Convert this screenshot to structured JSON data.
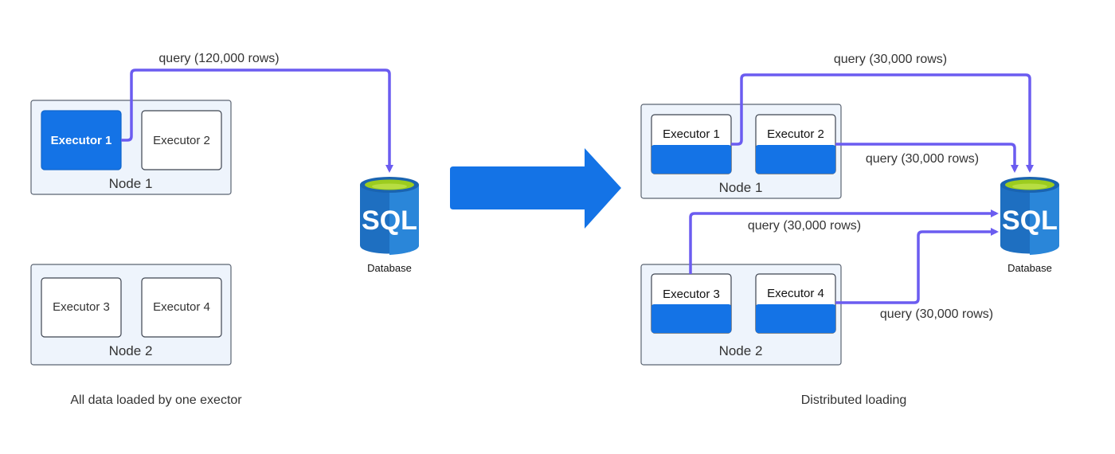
{
  "left": {
    "caption": "All data loaded by one exector",
    "query_label": "query (120,000 rows)",
    "node1": {
      "label": "Node 1",
      "exec_a": "Executor 1",
      "exec_b": "Executor 2"
    },
    "node2": {
      "label": "Node 2",
      "exec_a": "Executor 3",
      "exec_b": "Executor 4"
    },
    "database": {
      "icon_text": "SQL",
      "label": "Database"
    }
  },
  "right": {
    "caption": "Distributed loading",
    "query_1": "query (30,000 rows)",
    "query_2": "query (30,000 rows)",
    "query_3": "query (30,000 rows)",
    "query_4": "query (30,000 rows)",
    "node1": {
      "label": "Node 1",
      "exec_a": "Executor 1",
      "exec_b": "Executor 2"
    },
    "node2": {
      "label": "Node 2",
      "exec_a": "Executor 3",
      "exec_b": "Executor 4"
    },
    "database": {
      "icon_text": "SQL",
      "label": "Database"
    }
  },
  "colors": {
    "accent_blue": "#1473e6",
    "flow_purple": "#6b5cf0",
    "db_top": "#9ccc1f",
    "node_fill": "#eef4fc"
  },
  "icons": [
    "database-sql-icon",
    "transition-arrow-icon"
  ]
}
